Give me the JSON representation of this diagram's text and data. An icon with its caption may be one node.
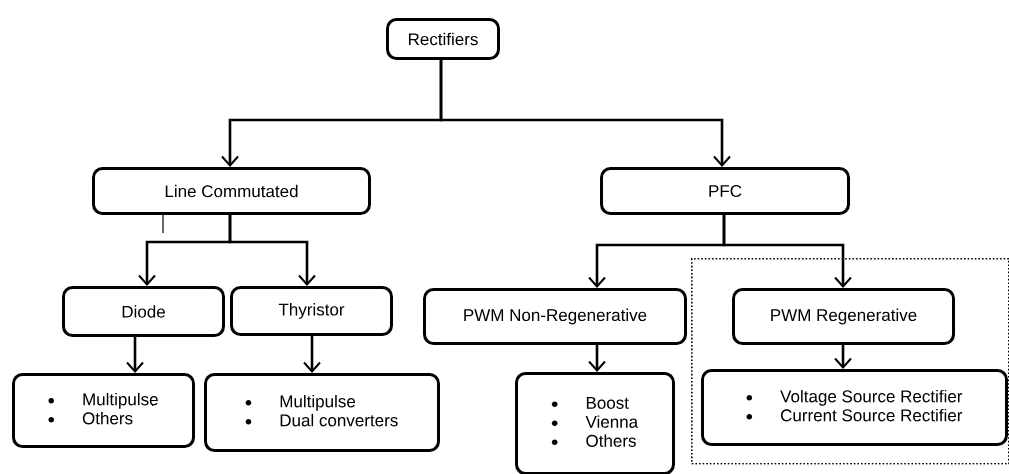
{
  "diagram": {
    "nodes": [
      {
        "text": [
          "Rectifiers"
        ]
      },
      {
        "text": [
          "Line Commutated"
        ]
      },
      {
        "text": [
          "PFC"
        ]
      },
      {
        "text": [
          "Diode"
        ]
      },
      {
        "text": [
          "Thyristor"
        ]
      },
      {
        "text": [
          "PWM Non-Regenerative"
        ]
      },
      {
        "text": [],
        "shape": "box"
      },
      {
        "text": [
          "PWM Regenerative"
        ],
        "in": 6
      },
      {
        "text": [
          "Multipulse",
          "Others"
        ]
      },
      {
        "text": [
          "Multipulse",
          "Dual converters"
        ]
      },
      {
        "text": [
          "Boost",
          "Vienna",
          "Others"
        ]
      },
      {
        "text": [
          "Voltage Source Rectifier",
          "Current Source Rectifier"
        ],
        "in": 6
      }
    ],
    "edges": [
      {
        "from": 0,
        "to": 1,
        "arrow": "to"
      },
      {
        "from": 0,
        "to": 2,
        "arrow": "to"
      },
      {
        "from": 1,
        "to": 3,
        "arrow": "to"
      },
      {
        "from": 1,
        "to": 4,
        "arrow": "to"
      },
      {
        "from": 2,
        "to": 5,
        "arrow": "to"
      },
      {
        "from": 2,
        "to": 7,
        "arrow": "to"
      },
      {
        "from": 3,
        "to": 8,
        "arrow": "to"
      },
      {
        "from": 4,
        "to": 9,
        "arrow": "to"
      },
      {
        "from": 5,
        "to": 10,
        "arrow": "to"
      },
      {
        "from": 7,
        "to": 11,
        "arrow": "to"
      }
    ]
  }
}
